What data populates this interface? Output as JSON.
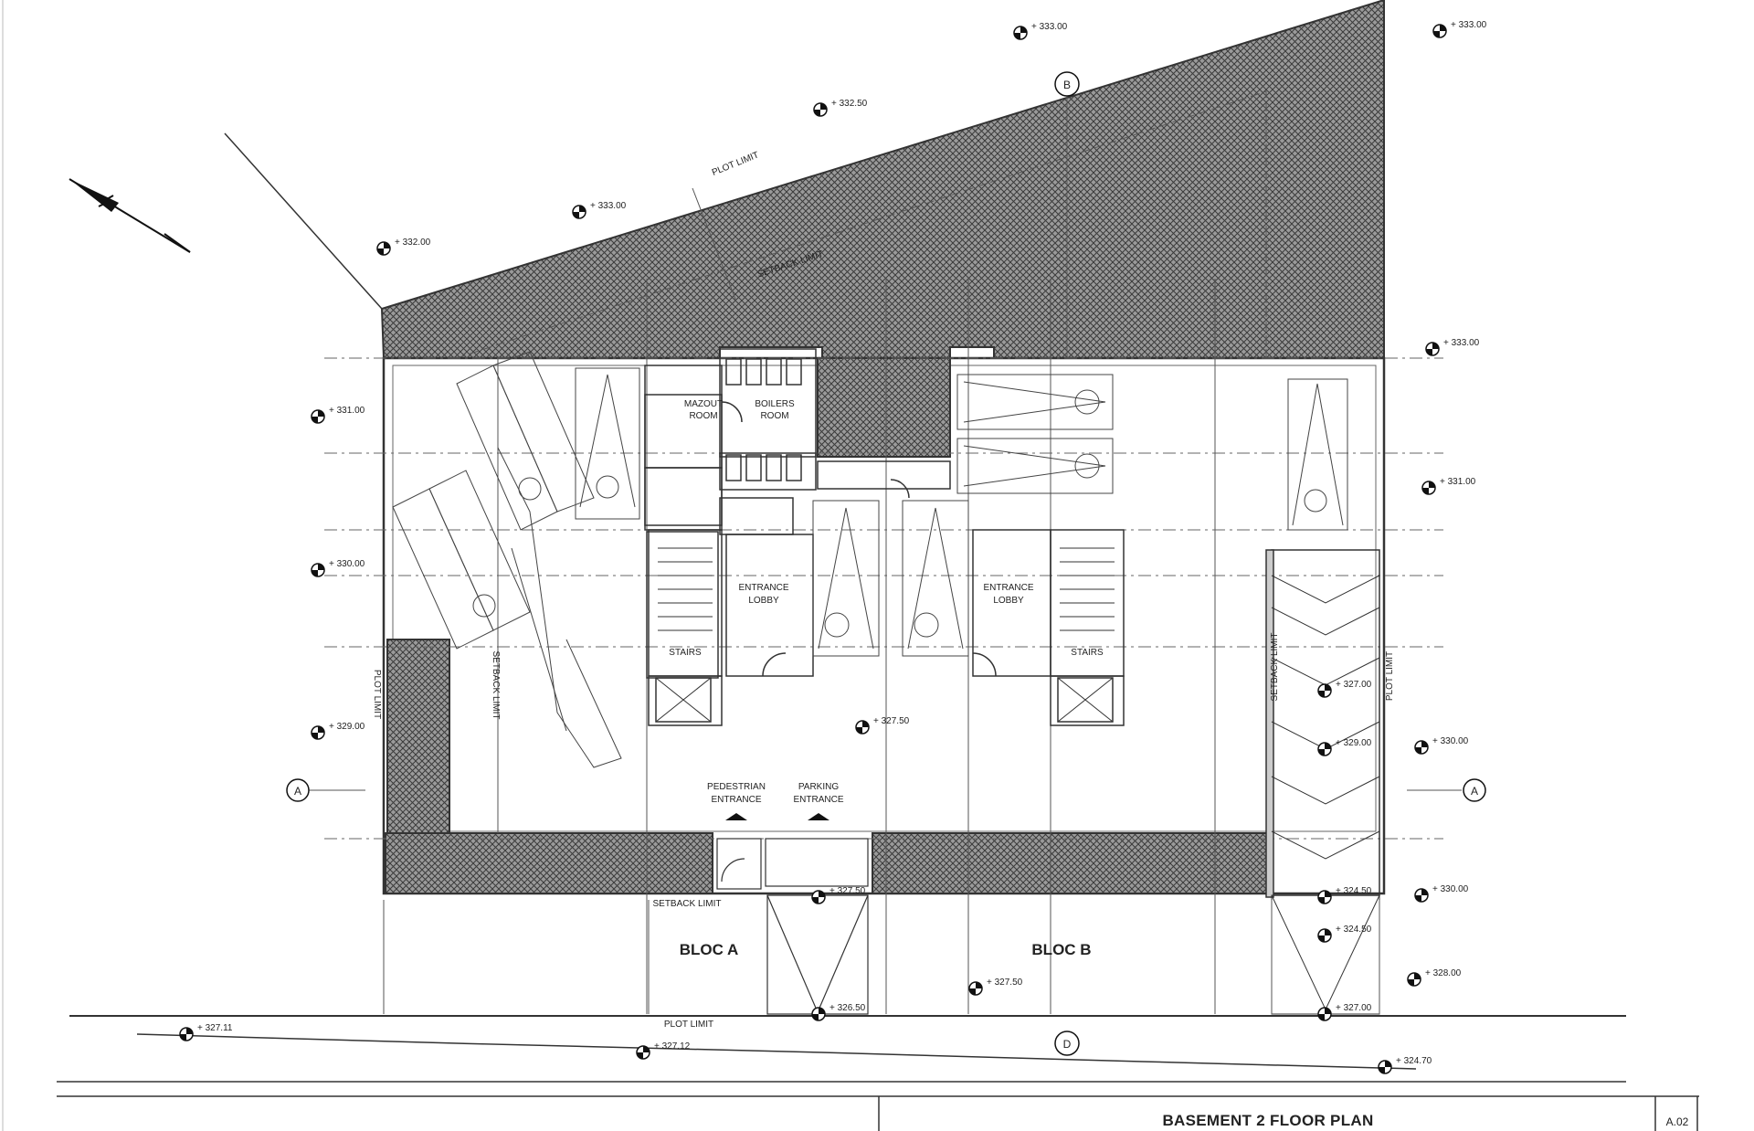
{
  "drawing": {
    "title": "BASEMENT 2 FLOOR PLAN",
    "sheet_number": "A.02"
  },
  "blocks": {
    "block_a": "BLOC A",
    "block_b": "BLOC B"
  },
  "rooms": {
    "mazout_room_line1": "MAZOUT",
    "mazout_room_line2": "ROOM",
    "boilers_room_line1": "BOILERS",
    "boilers_room_line2": "ROOM",
    "entrance_lobby_a_line1": "ENTRANCE",
    "entrance_lobby_a_line2": "LOBBY",
    "entrance_lobby_b_line1": "ENTRANCE",
    "entrance_lobby_b_line2": "LOBBY",
    "stairs_a": "STAIRS",
    "stairs_b": "STAIRS",
    "pedestrian_entrance_line1": "PEDESTRIAN",
    "pedestrian_entrance_line2": "ENTRANCE",
    "parking_entrance_line1": "PARKING",
    "parking_entrance_line2": "ENTRANCE"
  },
  "annotations": {
    "plot_limit_top": "PLOT LIMIT",
    "plot_limit_left": "PLOT LIMIT",
    "plot_limit_right": "PLOT LIMIT",
    "plot_limit_bottom": "PLOT LIMIT",
    "setback_limit_top": "SETBACK LIMIT",
    "setback_limit_bottom": "SETBACK LIMIT",
    "setback_limit_left": "SETBACK LIMIT",
    "setback_limit_right": "SETBACK LIMIT"
  },
  "grid_markers": {
    "left": "A",
    "right": "A",
    "bottom": "D",
    "top": "B"
  },
  "levels": [
    {
      "id": "lvl-1",
      "text": "+ 333.00"
    },
    {
      "id": "lvl-2",
      "text": "+ 333.00"
    },
    {
      "id": "lvl-3",
      "text": "+ 332.50"
    },
    {
      "id": "lvl-4",
      "text": "+ 333.00"
    },
    {
      "id": "lvl-5",
      "text": "+ 332.00"
    },
    {
      "id": "lvl-6",
      "text": "+ 333.00"
    },
    {
      "id": "lvl-7",
      "text": "+ 331.00"
    },
    {
      "id": "lvl-8",
      "text": "+ 331.00"
    },
    {
      "id": "lvl-9",
      "text": "+ 330.00"
    },
    {
      "id": "lvl-10",
      "text": "+ 329.00"
    },
    {
      "id": "lvl-11",
      "text": "+ 327.50"
    },
    {
      "id": "lvl-12",
      "text": "+ 327.00"
    },
    {
      "id": "lvl-13",
      "text": "+ 329.00"
    },
    {
      "id": "lvl-14",
      "text": "+ 330.00"
    },
    {
      "id": "lvl-15",
      "text": "+ 327.50"
    },
    {
      "id": "lvl-16",
      "text": "+ 324.50"
    },
    {
      "id": "lvl-17",
      "text": "+ 330.00"
    },
    {
      "id": "lvl-18",
      "text": "+ 328.00"
    },
    {
      "id": "lvl-19",
      "text": "+ 327.50"
    },
    {
      "id": "lvl-20",
      "text": "+ 327.11"
    },
    {
      "id": "lvl-21",
      "text": "+ 327.12"
    },
    {
      "id": "lvl-22",
      "text": "+ 326.50"
    },
    {
      "id": "lvl-23",
      "text": "+ 327.00"
    },
    {
      "id": "lvl-24",
      "text": "+ 324.50"
    },
    {
      "id": "lvl-25",
      "text": "+ 324.70"
    }
  ]
}
